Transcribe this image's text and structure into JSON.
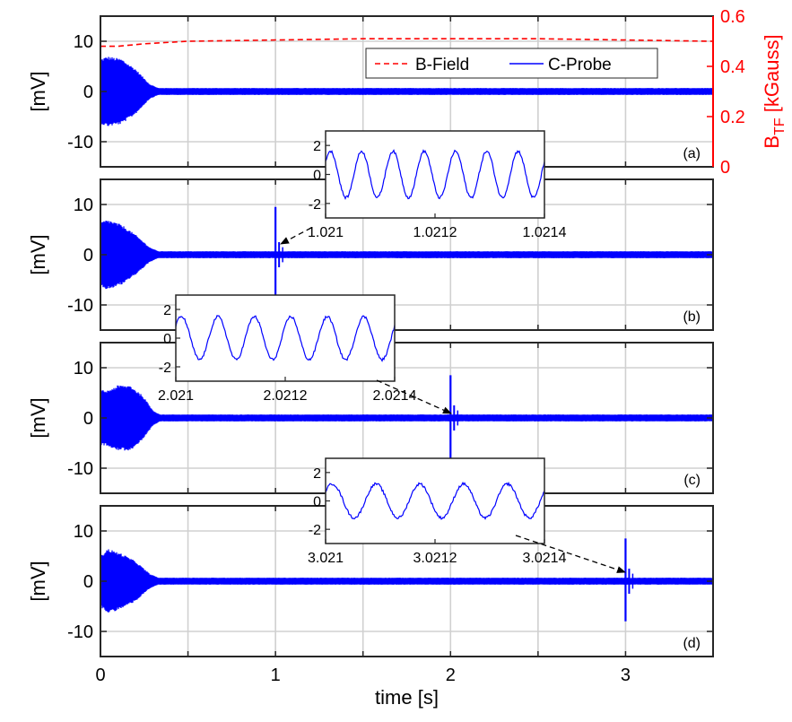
{
  "chart_data": {
    "type": "line",
    "xlabel": "time [s]",
    "x_ticks": [
      "0",
      "1",
      "2",
      "3"
    ],
    "xlim": [
      0,
      3.5
    ],
    "colors": {
      "probe": "#0000ff",
      "field": "#ff0000",
      "frame": "#262626",
      "grid": "#d0d0d0"
    },
    "legend": {
      "placement": "top-right",
      "entries": [
        "B-Field",
        "C-Probe"
      ]
    },
    "panels": [
      {
        "label": "(a)",
        "ylabel": "[mV]",
        "ylim": [
          -15,
          15
        ],
        "y_ticks": [
          "10",
          "0",
          "-10"
        ],
        "y2label": "B",
        "y2label_sub": "TF",
        "y2label_unit": " [kGauss]",
        "y2lim": [
          0,
          0.6
        ],
        "y2_ticks": [
          "0.6",
          "0.4",
          "0.2",
          "0"
        ],
        "series": [
          {
            "name": "B-Field",
            "axis": "right",
            "x": [
              0,
              0.1,
              0.25,
              0.5,
              1.0,
              1.5,
              2.0,
              2.5,
              3.0,
              3.5
            ],
            "y": [
              0.48,
              0.48,
              0.49,
              0.5,
              0.505,
              0.51,
              0.51,
              0.51,
              0.505,
              0.5
            ]
          },
          {
            "name": "C-Probe",
            "axis": "left",
            "envelope_t": [
              0,
              0.04,
              0.12,
              0.2,
              0.28,
              0.33,
              3.5
            ],
            "envelope_amp": [
              6.5,
              7,
              6.5,
              4.5,
              1.5,
              0.7,
              0.7
            ]
          }
        ]
      },
      {
        "label": "(b)",
        "ylabel": "[mV]",
        "ylim": [
          -15,
          15
        ],
        "y_ticks": [
          "10",
          "0",
          "-10"
        ],
        "series": [
          {
            "name": "C-Probe",
            "envelope_t": [
              0,
              0.04,
              0.12,
              0.2,
              0.28,
              0.33,
              3.5
            ],
            "envelope_amp": [
              6.5,
              7,
              6,
              4,
              1.5,
              0.7,
              0.7
            ],
            "spike": {
              "t": 1.0,
              "max": 9.5,
              "min": -8
            }
          }
        ],
        "inset": {
          "x_ticks": [
            "1.021",
            "1.0212",
            "1.0214"
          ],
          "y_ticks": [
            "2",
            "0",
            "-2"
          ],
          "ylim": [
            -3,
            3
          ],
          "amplitude": 1.6,
          "cycles": 7
        }
      },
      {
        "label": "(c)",
        "ylabel": "[mV]",
        "ylim": [
          -15,
          15
        ],
        "y_ticks": [
          "10",
          "0",
          "-10"
        ],
        "series": [
          {
            "name": "C-Probe",
            "envelope_t": [
              0,
              0.04,
              0.1,
              0.17,
              0.24,
              0.3,
              0.34,
              3.5
            ],
            "envelope_amp": [
              5.5,
              5.5,
              6.5,
              6.5,
              4.5,
              1.5,
              0.7,
              0.7
            ],
            "spike": {
              "t": 2.0,
              "max": 8.5,
              "min": -8
            }
          }
        ],
        "inset": {
          "x_ticks": [
            "2.021",
            "2.0212",
            "2.0214"
          ],
          "y_ticks": [
            "2",
            "0",
            "-2"
          ],
          "ylim": [
            -3,
            3
          ],
          "amplitude": 1.5,
          "cycles": 6
        }
      },
      {
        "label": "(d)",
        "ylabel": "[mV]",
        "ylim": [
          -15,
          15
        ],
        "y_ticks": [
          "10",
          "0",
          "-10"
        ],
        "series": [
          {
            "name": "C-Probe",
            "envelope_t": [
              0,
              0.04,
              0.12,
              0.2,
              0.28,
              0.33,
              3.5
            ],
            "envelope_amp": [
              5,
              6.5,
              5.5,
              4,
              1.5,
              0.7,
              0.7
            ],
            "spike": {
              "t": 3.0,
              "max": 8.5,
              "min": -8
            }
          }
        ],
        "inset": {
          "x_ticks": [
            "3.021",
            "3.0212",
            "3.0214"
          ],
          "y_ticks": [
            "2",
            "0",
            "-2"
          ],
          "ylim": [
            -3,
            3
          ],
          "amplitude": 1.2,
          "cycles": 5
        }
      }
    ]
  }
}
